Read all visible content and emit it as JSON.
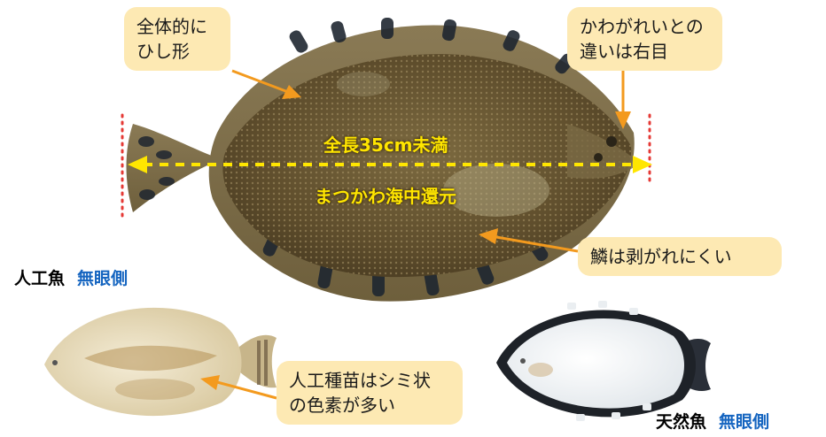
{
  "callouts": {
    "shape": {
      "line1": "全体的に",
      "line2": "ひし形"
    },
    "eyes": {
      "line1": "かわがれいとの",
      "line2": "違いは右目"
    },
    "scales": {
      "line1": "鱗は剥がれにくい"
    },
    "pigment": {
      "line1": "人工種苗はシミ状",
      "line2": "の色素が多い"
    }
  },
  "fish_labels": {
    "length": "全長35cm未満",
    "origin": "まつかわ海中還元"
  },
  "specimens": {
    "artificial": {
      "type": "人工魚",
      "side": "無眼側"
    },
    "wild": {
      "type": "天然魚",
      "side": "無眼側"
    }
  },
  "colors": {
    "callout_bg": "#fde9b3",
    "arrow": "#f39a1e",
    "measure_line": "#ffe600",
    "blind_side_label": "#1565c0",
    "fish_body": "#6b5730",
    "fish_bands": "#1f2630"
  }
}
